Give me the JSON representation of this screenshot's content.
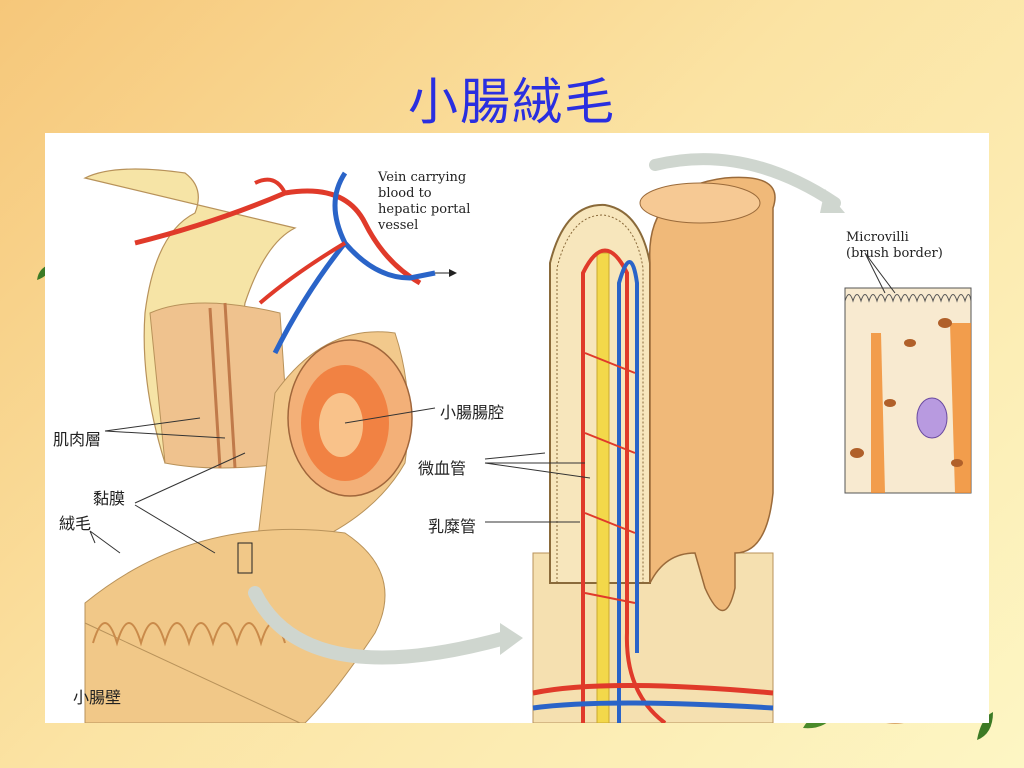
{
  "slide": {
    "title": "小腸絨毛",
    "colors": {
      "title": "#2a2fe0",
      "bg_start": "#f6c77a",
      "bg_end": "#fdf6c4",
      "artery": "#e03a2a",
      "vein": "#2a64c8",
      "lacteal": "#f3d84a"
    }
  },
  "figure": {
    "labels_en": {
      "vein_carrying": "Vein carrying\nblood to\nhepatic portal\nvessel",
      "microvilli": "Microvilli\n(brush border)"
    },
    "labels_zh": {
      "muscle_layer": "肌肉層",
      "lumen": "小腸腸腔",
      "mucosa": "黏膜",
      "villi": "絨毛",
      "capillary": "微血管",
      "lacteal": "乳糜管",
      "intestinal_wall": "小腸壁"
    }
  }
}
